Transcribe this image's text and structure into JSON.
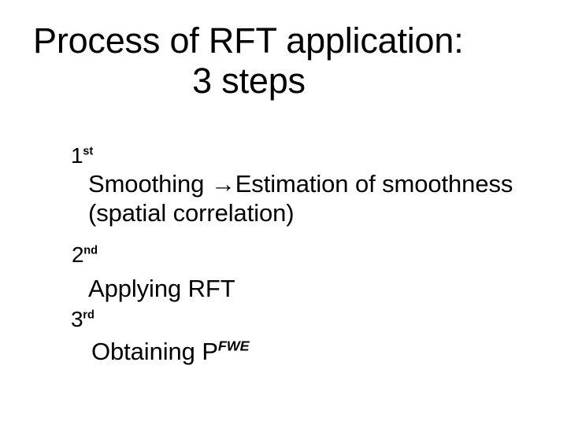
{
  "slide": {
    "background_color": "#ffffff",
    "text_color": "#000000",
    "title": {
      "line1": "Process of RFT application:",
      "line2": "3 steps"
    },
    "steps": [
      {
        "marker_number": "1",
        "marker_ordinal": "st",
        "lines": [
          "Smoothing  →Estimation of smoothness",
          "(spatial correlation)"
        ]
      },
      {
        "marker_number": "2",
        "marker_ordinal": "nd",
        "lines": [
          "Applying RFT"
        ]
      },
      {
        "marker_number": "3",
        "marker_ordinal": "rd",
        "lines": [
          "Obtaining P"
        ],
        "superscript": "FWE"
      }
    ]
  }
}
